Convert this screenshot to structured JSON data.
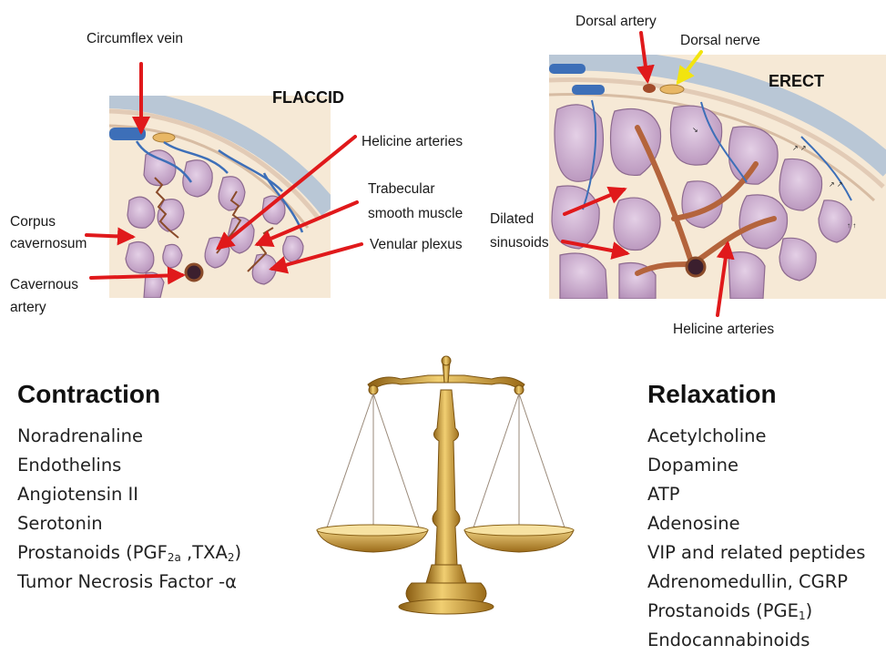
{
  "flaccid": {
    "state_label": "FLACCID",
    "labels": {
      "circumflex_vein": "Circumflex vein",
      "helicine_arteries": "Helicine arteries",
      "trabecular_line1": "Trabecular",
      "trabecular_line2": "smooth muscle",
      "venular_plexus": "Venular plexus",
      "corpus_line1": "Corpus",
      "corpus_line2": "cavernosum",
      "cavernous_line1": "Cavernous",
      "cavernous_line2": "artery"
    }
  },
  "erect": {
    "state_label": "ERECT",
    "labels": {
      "dorsal_artery": "Dorsal artery",
      "dorsal_nerve": "Dorsal nerve",
      "dilated_line1": "Dilated",
      "dilated_line2": "sinusoids",
      "helicine_arteries": "Helicine arteries"
    }
  },
  "contraction": {
    "heading": "Contraction",
    "items": [
      "Noradrenaline",
      "Endothelins",
      "Angiotensin II",
      "Serotonin"
    ],
    "prostanoids": {
      "prefix": "Prostanoids (PGF",
      "sub1": "2a",
      "middle": " ,TXA",
      "sub2": "2",
      "suffix": ")"
    },
    "tnf": "Tumor Necrosis Factor -α"
  },
  "relaxation": {
    "heading": "Relaxation",
    "items": [
      "Acetylcholine",
      "Dopamine",
      "ATP",
      "Adenosine",
      "VIP and related peptides",
      "Adrenomedullin, CGRP"
    ],
    "prostanoids": {
      "prefix": "Prostanoids (PGE",
      "sub1": "1",
      "suffix": ")"
    },
    "last": "Endocannabinoids"
  },
  "colors": {
    "arrow_red": "#e0191b",
    "arrow_yellow": "#f2e40f",
    "tissue": "#f2e2cf",
    "sinusoid": "#c9a6c9",
    "vein_blue": "#3d6fb8",
    "artery_brown": "#8a4b2a",
    "scale_gold": "#c99a32"
  }
}
